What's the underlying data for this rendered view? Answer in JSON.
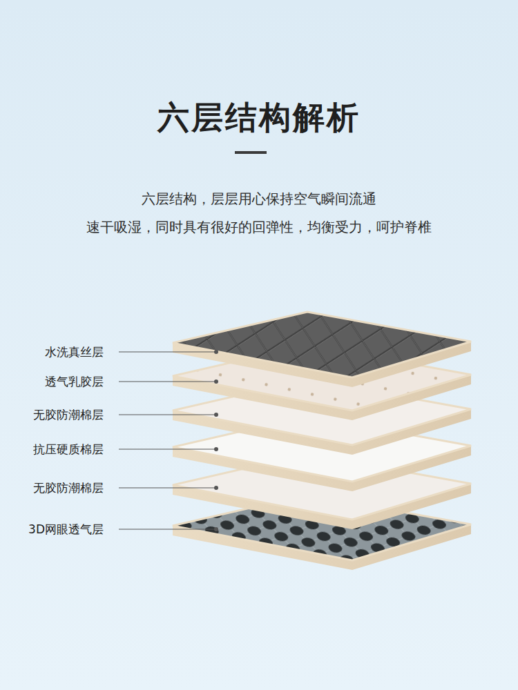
{
  "diagram": {
    "title": "六层结构解析",
    "labels": [
      "六层结构，层层用心保持空气瞬间流通",
      "速干吸湿，同时具有很好的回弹性，均衡受力，呵护脊椎",
      "水洗真丝层",
      "透气乳胶层",
      "无胶防潮棉层",
      "抗压硬质棉层",
      "无胶防潮棉层",
      "3D网眼透气层"
    ]
  }
}
